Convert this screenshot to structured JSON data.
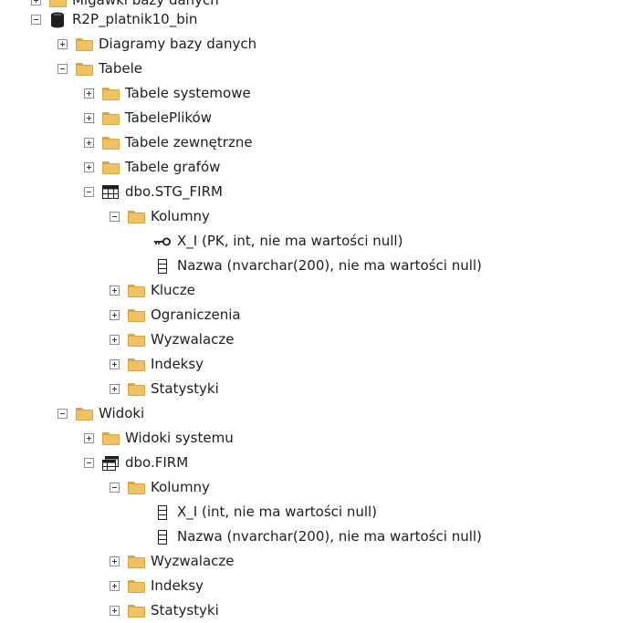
{
  "tree": {
    "top_partial": "Migawki bazy danych",
    "database": "R2P_platnik10_bin",
    "diagrams": "Diagramy bazy danych",
    "tables": "Tabele",
    "system_tables": "Tabele systemowe",
    "file_tables": "TabelePlików",
    "external_tables": "Tabele zewnętrzne",
    "graph_tables": "Tabele grafów",
    "table1": "dbo.STG_FIRM",
    "table1_columns": "Kolumny",
    "table1_col1": "X_I (PK, int, nie ma wartości null)",
    "table1_col2": "Nazwa (nvarchar(200), nie ma wartości null)",
    "table1_keys": "Klucze",
    "table1_constraints": "Ograniczenia",
    "table1_triggers": "Wyzwalacze",
    "table1_indexes": "Indeksy",
    "table1_statistics": "Statystyki",
    "views": "Widoki",
    "system_views": "Widoki systemu",
    "view1": "dbo.FIRM",
    "view1_columns": "Kolumny",
    "view1_col1": "X_I (int, nie ma wartości null)",
    "view1_col2": "Nazwa (nvarchar(200), nie ma wartości null)",
    "view1_triggers": "Wyzwalacze",
    "view1_indexes": "Indeksy",
    "view1_statistics": "Statystyki"
  },
  "icons": {
    "database": "database-icon",
    "folder": "folder-icon",
    "table": "table-icon",
    "view": "view-icon",
    "primary_key_column": "key-icon",
    "column": "column-icon"
  },
  "colors": {
    "folder_fill": "#f0c266",
    "folder_border": "#d9a443",
    "expander_border": "#919191"
  }
}
